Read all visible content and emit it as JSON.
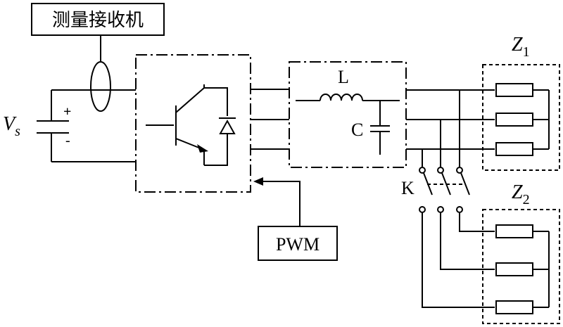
{
  "receiver": {
    "label": "测量接收机"
  },
  "source": {
    "symbol": "V",
    "subscript": "s",
    "plus": "+",
    "minus": "-"
  },
  "filter": {
    "inductor": "L",
    "capacitor": "C"
  },
  "pwm": {
    "label": "PWM"
  },
  "switch": {
    "label": "K"
  },
  "load1": {
    "symbol": "Z",
    "subscript": "1"
  },
  "load2": {
    "symbol": "Z",
    "subscript": "2"
  }
}
